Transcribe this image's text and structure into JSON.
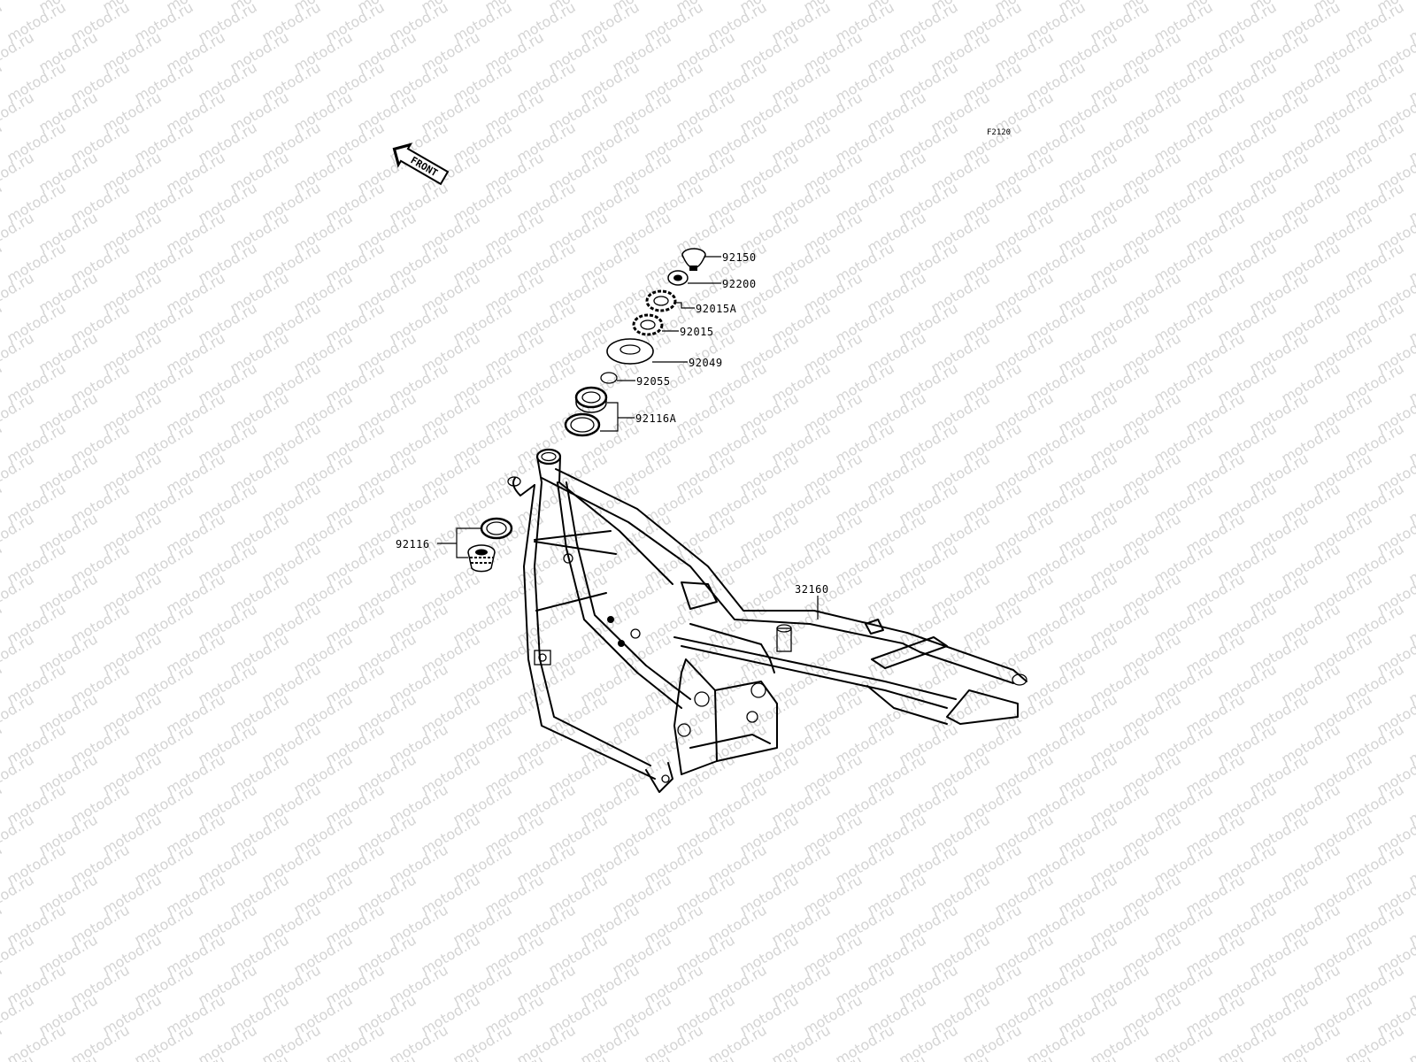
{
  "diagram": {
    "code": "F2120",
    "watermark": "motod.ru",
    "front_arrow": {
      "label": "FRONT"
    },
    "parts": {
      "p92150": "92150",
      "p92200": "92200",
      "p92015A": "92015A",
      "p92015": "92015",
      "p92049": "92049",
      "p92055": "92055",
      "p92116A": "92116A",
      "p92116": "92116",
      "p32160": "32160"
    }
  }
}
